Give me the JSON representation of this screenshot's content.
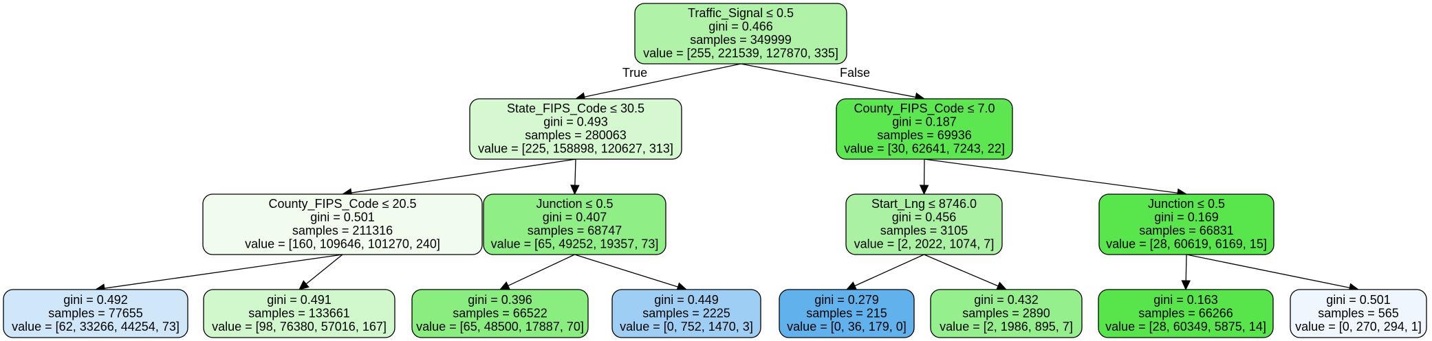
{
  "nodes": [
    {
      "id": "n0",
      "lines": [
        "Traffic_Signal ≤ 0.5",
        "gini = 0.466",
        "samples = 349999",
        "value = [255, 221539, 127870, 335]"
      ],
      "fill": "#b0f2a8"
    },
    {
      "id": "n1",
      "lines": [
        "State_FIPS_Code ≤ 30.5",
        "gini = 0.493",
        "samples = 280063",
        "value = [225, 158898, 120627, 313]"
      ],
      "fill": "#d5f8d0"
    },
    {
      "id": "n2",
      "lines": [
        "County_FIPS_Code ≤ 7.0",
        "gini = 0.187",
        "samples = 69936",
        "value = [30, 62641, 7243, 22]"
      ],
      "fill": "#5ce650"
    },
    {
      "id": "n3",
      "lines": [
        "County_FIPS_Code ≤ 20.5",
        "gini = 0.501",
        "samples = 211316",
        "value = [160, 109646, 101270, 240]"
      ],
      "fill": "#f1fcef"
    },
    {
      "id": "n4",
      "lines": [
        "Junction ≤ 0.5",
        "gini = 0.407",
        "samples = 68747",
        "value = [65, 49252, 19357, 73]"
      ],
      "fill": "#8fee86"
    },
    {
      "id": "n5",
      "lines": [
        "Start_Lng ≤ 8746.0",
        "gini = 0.456",
        "samples = 3105",
        "value = [2, 2022, 1074, 7]"
      ],
      "fill": "#abf1a3"
    },
    {
      "id": "n6",
      "lines": [
        "Junction ≤ 0.5",
        "gini = 0.169",
        "samples = 66831",
        "value = [28, 60619, 6169, 15]"
      ],
      "fill": "#59e54c"
    },
    {
      "id": "n7",
      "lines": [
        "gini = 0.492",
        "samples = 77655",
        "value = [62, 33266, 44254, 73]"
      ],
      "fill": "#d0e6f9"
    },
    {
      "id": "n8",
      "lines": [
        "gini = 0.491",
        "samples = 133661",
        "value = [98, 76380, 57016, 167]"
      ],
      "fill": "#d1f8cd"
    },
    {
      "id": "n9",
      "lines": [
        "gini = 0.396",
        "samples = 66522",
        "value = [65, 48500, 17887, 70]"
      ],
      "fill": "#8aed80"
    },
    {
      "id": "n10",
      "lines": [
        "gini = 0.449",
        "samples = 2225",
        "value = [0, 752, 1470, 3]"
      ],
      "fill": "#9ecef3"
    },
    {
      "id": "n11",
      "lines": [
        "gini = 0.279",
        "samples = 215",
        "value = [0, 36, 179, 0]"
      ],
      "fill": "#61b1ec"
    },
    {
      "id": "n12",
      "lines": [
        "gini = 0.432",
        "samples = 2890",
        "value = [2, 1986, 895, 7]"
      ],
      "fill": "#95ef8c"
    },
    {
      "id": "n13",
      "lines": [
        "gini = 0.163",
        "samples = 66266",
        "value = [28, 60349, 5875, 14]"
      ],
      "fill": "#58e54b"
    },
    {
      "id": "n14",
      "lines": [
        "gini = 0.501",
        "samples = 565",
        "value = [0, 270, 294, 1]"
      ],
      "fill": "#eff6fd"
    }
  ],
  "edges": [
    {
      "from": "n0",
      "to": "n1",
      "label": "True"
    },
    {
      "from": "n0",
      "to": "n2",
      "label": "False"
    },
    {
      "from": "n1",
      "to": "n3",
      "label": ""
    },
    {
      "from": "n1",
      "to": "n4",
      "label": ""
    },
    {
      "from": "n2",
      "to": "n5",
      "label": ""
    },
    {
      "from": "n2",
      "to": "n6",
      "label": ""
    },
    {
      "from": "n3",
      "to": "n7",
      "label": ""
    },
    {
      "from": "n3",
      "to": "n8",
      "label": ""
    },
    {
      "from": "n4",
      "to": "n9",
      "label": ""
    },
    {
      "from": "n4",
      "to": "n10",
      "label": ""
    },
    {
      "from": "n5",
      "to": "n11",
      "label": ""
    },
    {
      "from": "n5",
      "to": "n12",
      "label": ""
    },
    {
      "from": "n6",
      "to": "n13",
      "label": ""
    },
    {
      "from": "n6",
      "to": "n14",
      "label": ""
    }
  ]
}
